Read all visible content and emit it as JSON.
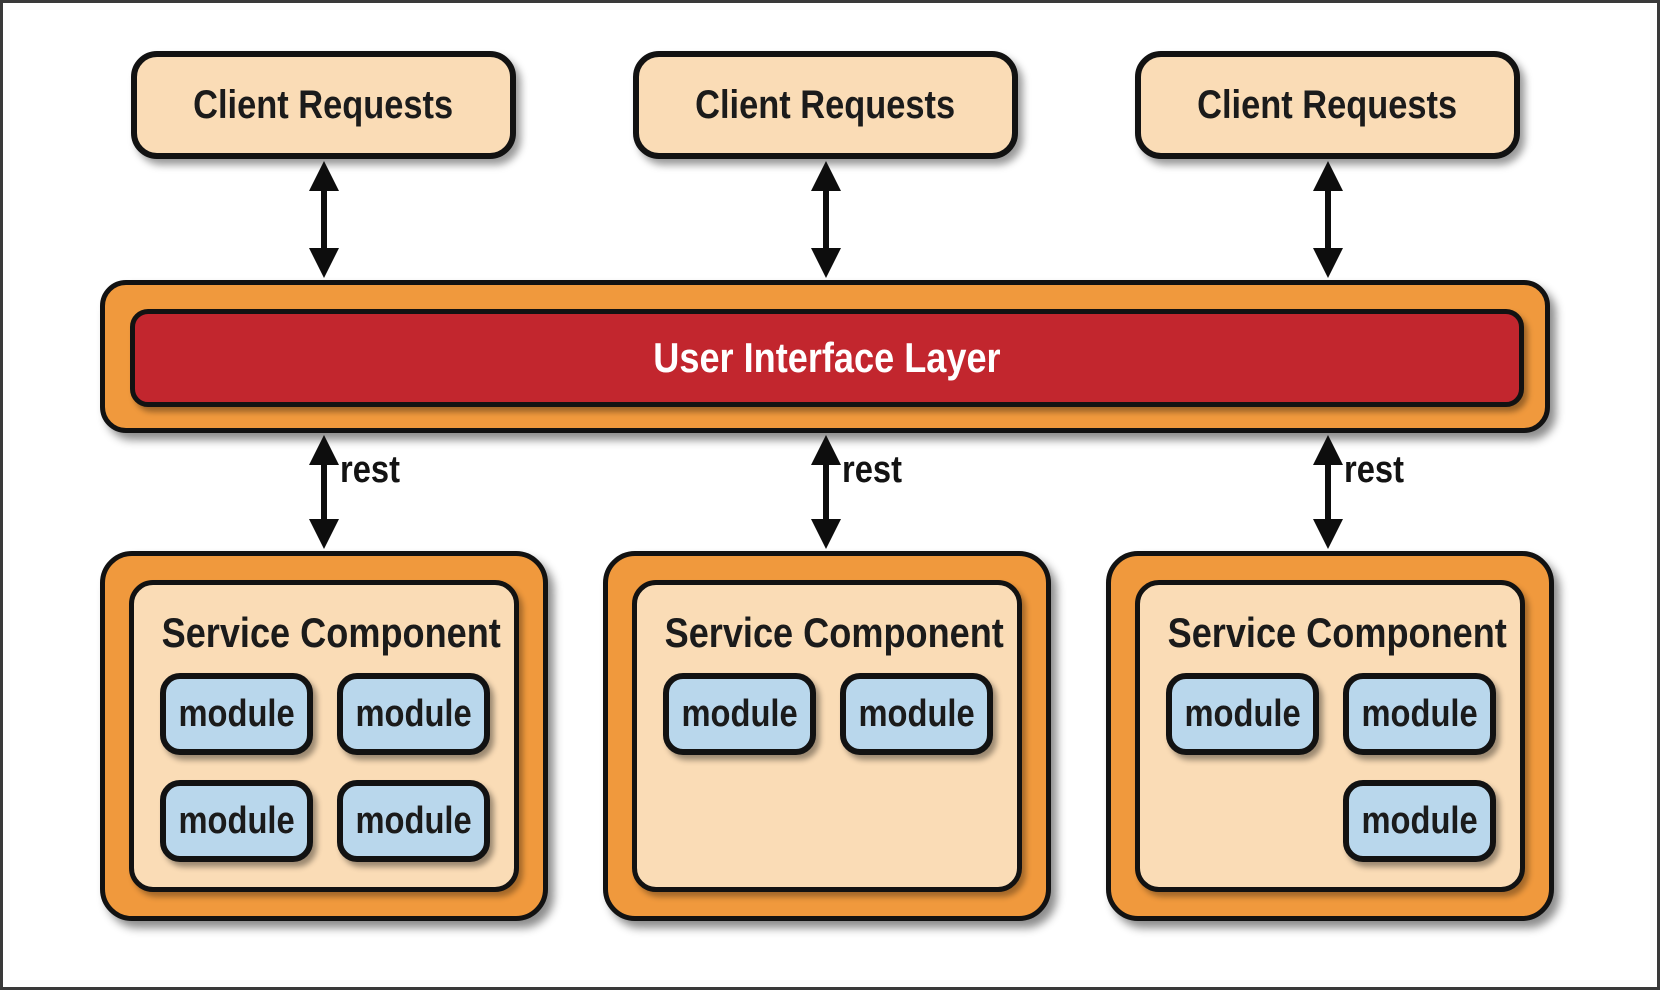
{
  "diagram": {
    "type": "microservices-architecture-diagram",
    "clients": [
      {
        "label": "Client Requests"
      },
      {
        "label": "Client Requests"
      },
      {
        "label": "Client Requests"
      }
    ],
    "ui_layer": {
      "label": "User Interface Layer"
    },
    "rest_connections": [
      {
        "label": "rest"
      },
      {
        "label": "rest"
      },
      {
        "label": "rest"
      }
    ],
    "services": [
      {
        "title": "Service Component",
        "modules": [
          {
            "label": "module"
          },
          {
            "label": "module"
          },
          {
            "label": "module"
          },
          {
            "label": "module"
          }
        ]
      },
      {
        "title": "Service Component",
        "modules": [
          {
            "label": "module"
          },
          {
            "label": "module"
          }
        ]
      },
      {
        "title": "Service Component",
        "modules": [
          {
            "label": "module"
          },
          {
            "label": "module"
          },
          {
            "label": "module"
          }
        ]
      }
    ],
    "colors": {
      "box_cream": "#FADCB6",
      "container_orange": "#F0993D",
      "ui_bar_red": "#C2262E",
      "module_blue": "#B9D7EC",
      "outline_black": "#121212"
    }
  }
}
